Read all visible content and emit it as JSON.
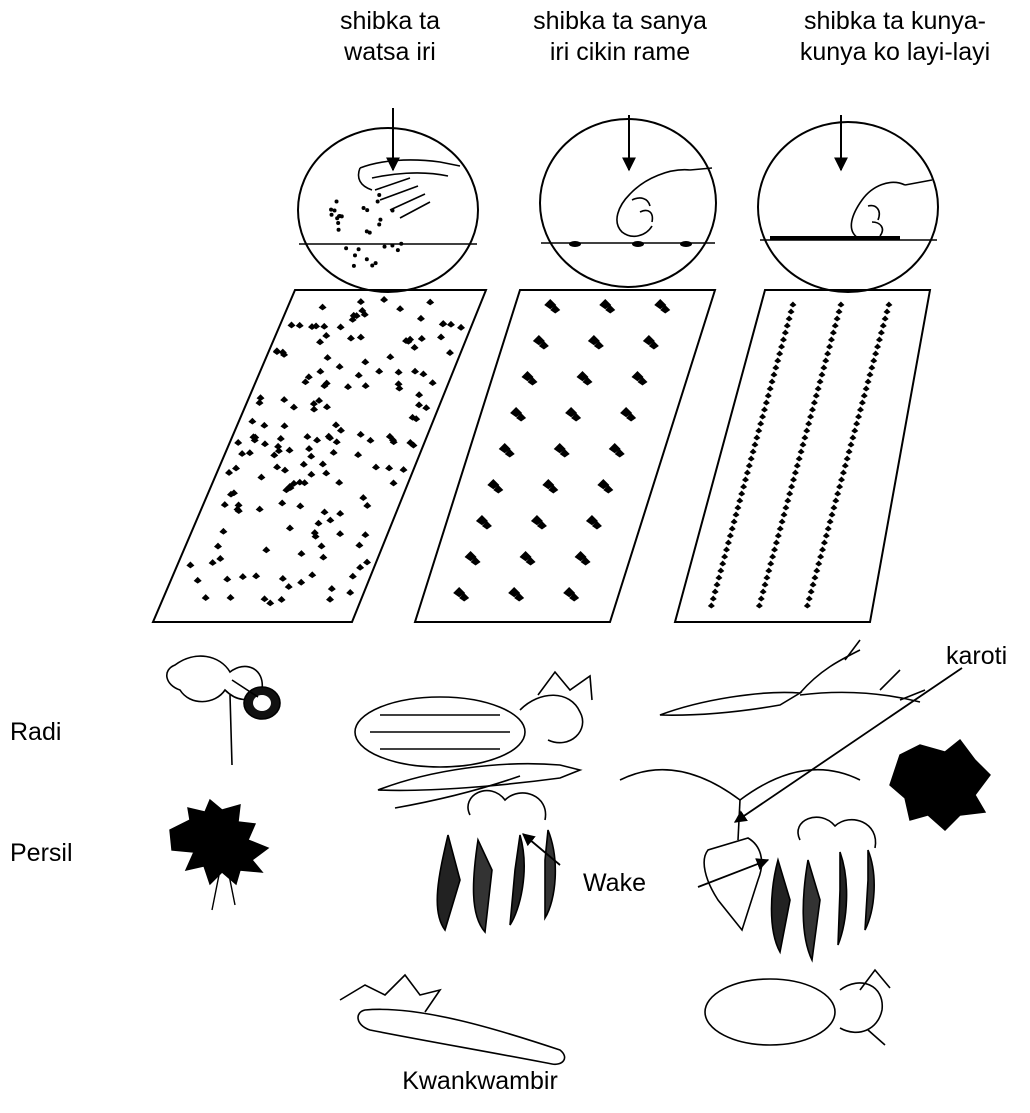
{
  "captions": {
    "broadcast": {
      "line1": "shibka ta",
      "line2": "watsa iri"
    },
    "spaced": {
      "line1": "shibka ta sanya",
      "line2": "iri cikin rame"
    },
    "rows": {
      "line1": "shibka ta kunya-",
      "line2": "kunya ko layi-layi"
    }
  },
  "labels": {
    "radish": "Radi",
    "parsley": "Persil",
    "carrot": "karoti",
    "beans": "Wake",
    "cucumber": "Kwankwambir"
  },
  "colors": {
    "ink": "#000000",
    "paper": "#ffffff"
  }
}
